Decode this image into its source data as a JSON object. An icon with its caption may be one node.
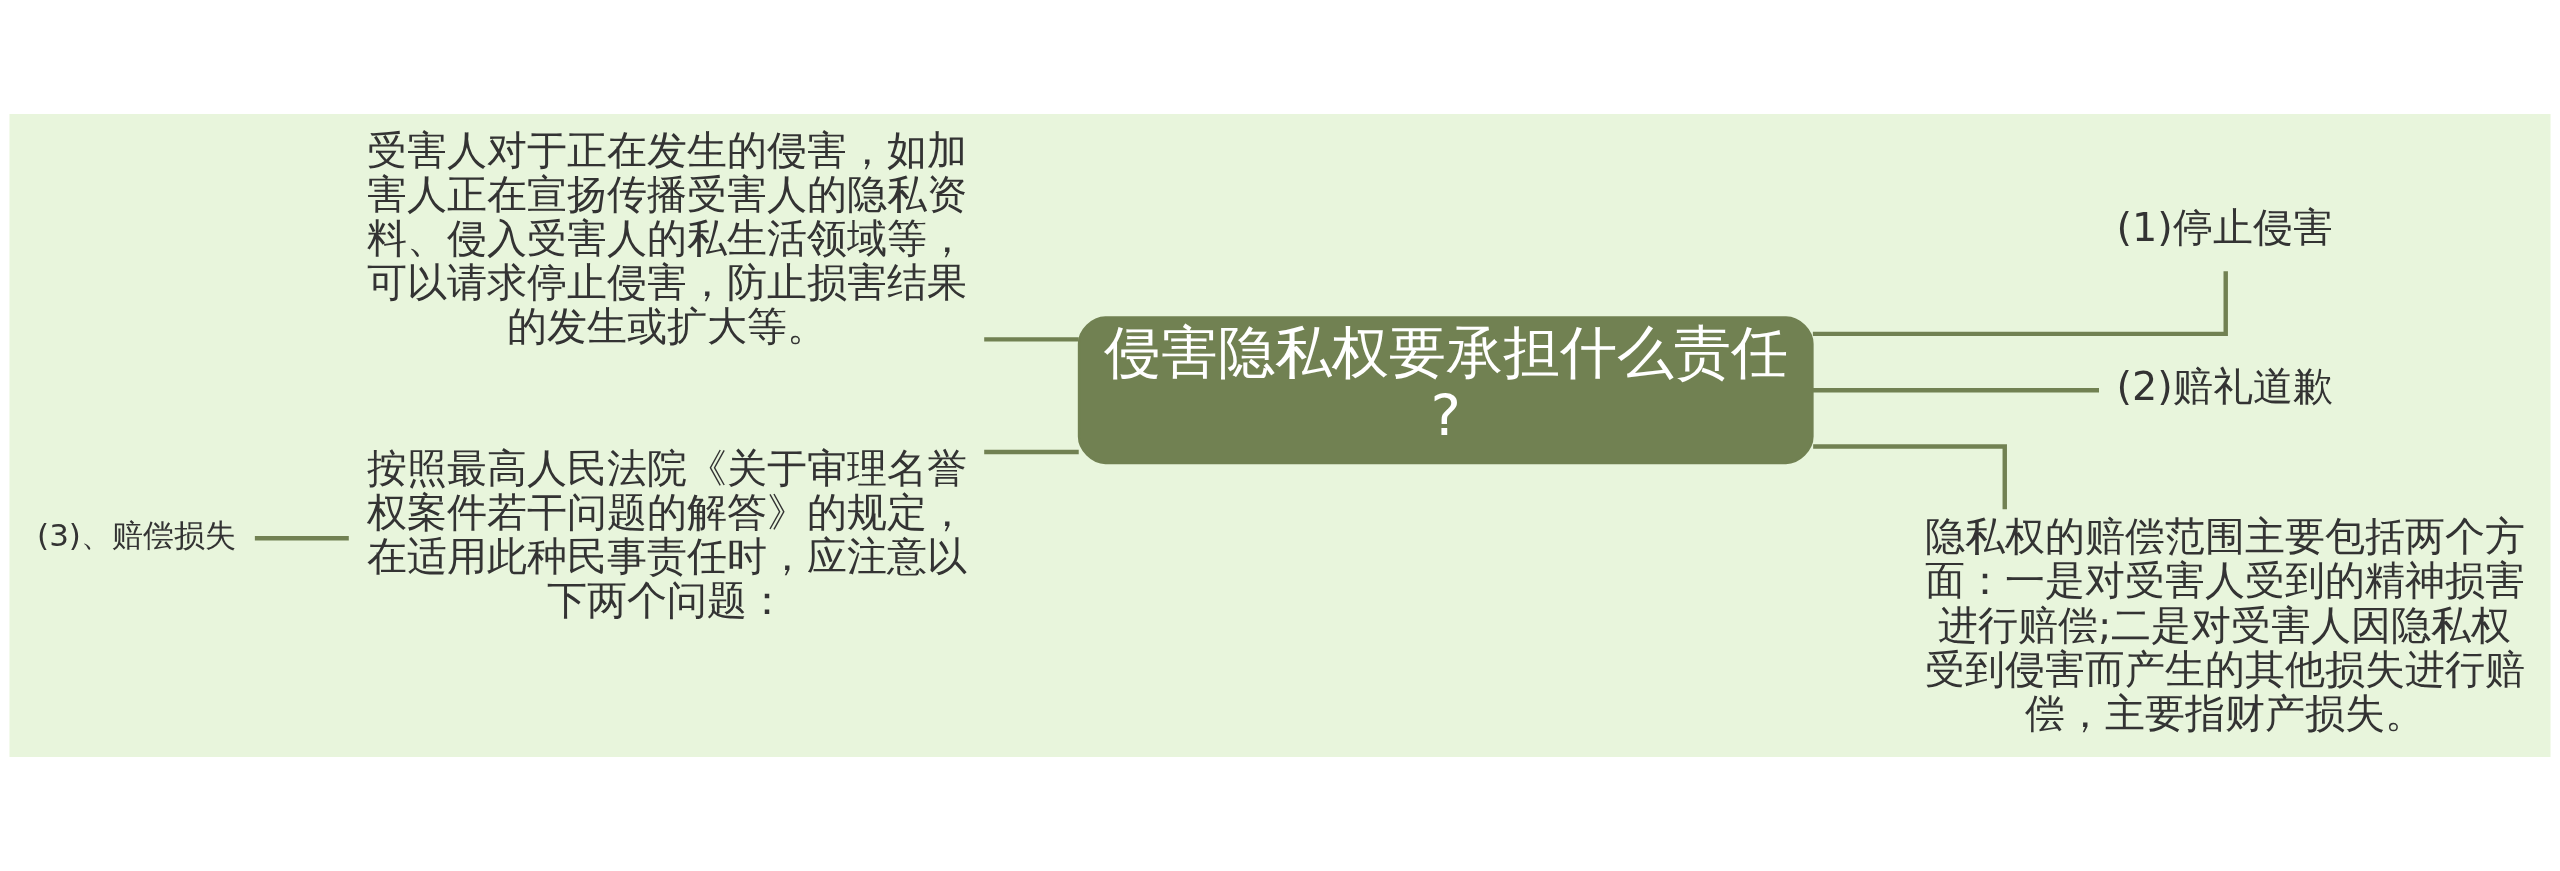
{
  "diagram": {
    "nodes": [
      {
        "text": [
          "侵害隐私权要承担什么责任?"
        ]
      },
      {
        "text": [
          "受害人对于正在发生的侵害，如加害人正在宣扬传播受害人的隐私资料、侵入受害人的私生活领域等，可以请求停止侵害，防止损害结果的发生或扩大等。"
        ]
      },
      {
        "text": [
          "按照最高人民法院《关于审理名誉权案件若干问题的解答》的规定，在适用此种民事责任时，应注意以下两个问题："
        ]
      },
      {
        "text": [
          "(3)、赔偿损失"
        ]
      },
      {
        "text": [
          "(1)停止侵害"
        ]
      },
      {
        "text": [
          "(2)赔礼道歉"
        ]
      },
      {
        "text": [
          "隐私权的赔偿范围主要包括两个方面：一是对受害人受到的精神损害进行赔偿;二是对受害人因隐私权受到侵害而产生的其他损失进行赔偿，主要指财产损失。"
        ]
      }
    ],
    "edges": [
      {
        "from": 0,
        "to": 1,
        "arrow": "none"
      },
      {
        "from": 0,
        "to": 2,
        "arrow": "none"
      },
      {
        "from": 2,
        "to": 3,
        "arrow": "none"
      },
      {
        "from": 0,
        "to": 4,
        "arrow": "none"
      },
      {
        "from": 0,
        "to": 5,
        "arrow": "none"
      },
      {
        "from": 0,
        "to": 6,
        "arrow": "none"
      }
    ]
  }
}
